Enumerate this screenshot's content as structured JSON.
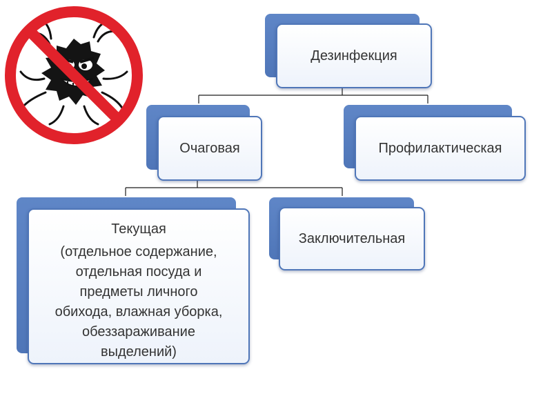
{
  "nodes": {
    "root": {
      "label": "Дезинфекция"
    },
    "focal": {
      "label": "Очаговая"
    },
    "preventive": {
      "label": "Профилактическая"
    },
    "current": {
      "label": "Текущая",
      "details": [
        "(отдельное содержание,",
        "отдельная посуда и",
        "предметы личного",
        "обихода, влажная уборка,",
        "обеззараживание",
        "выделений)"
      ]
    },
    "final": {
      "label": "Заключительная"
    }
  },
  "colors": {
    "accent": "#4f76b8",
    "stop_sign": "#e1222b",
    "text": "#333333"
  },
  "icons": {
    "top_left": "no-germs-icon"
  }
}
